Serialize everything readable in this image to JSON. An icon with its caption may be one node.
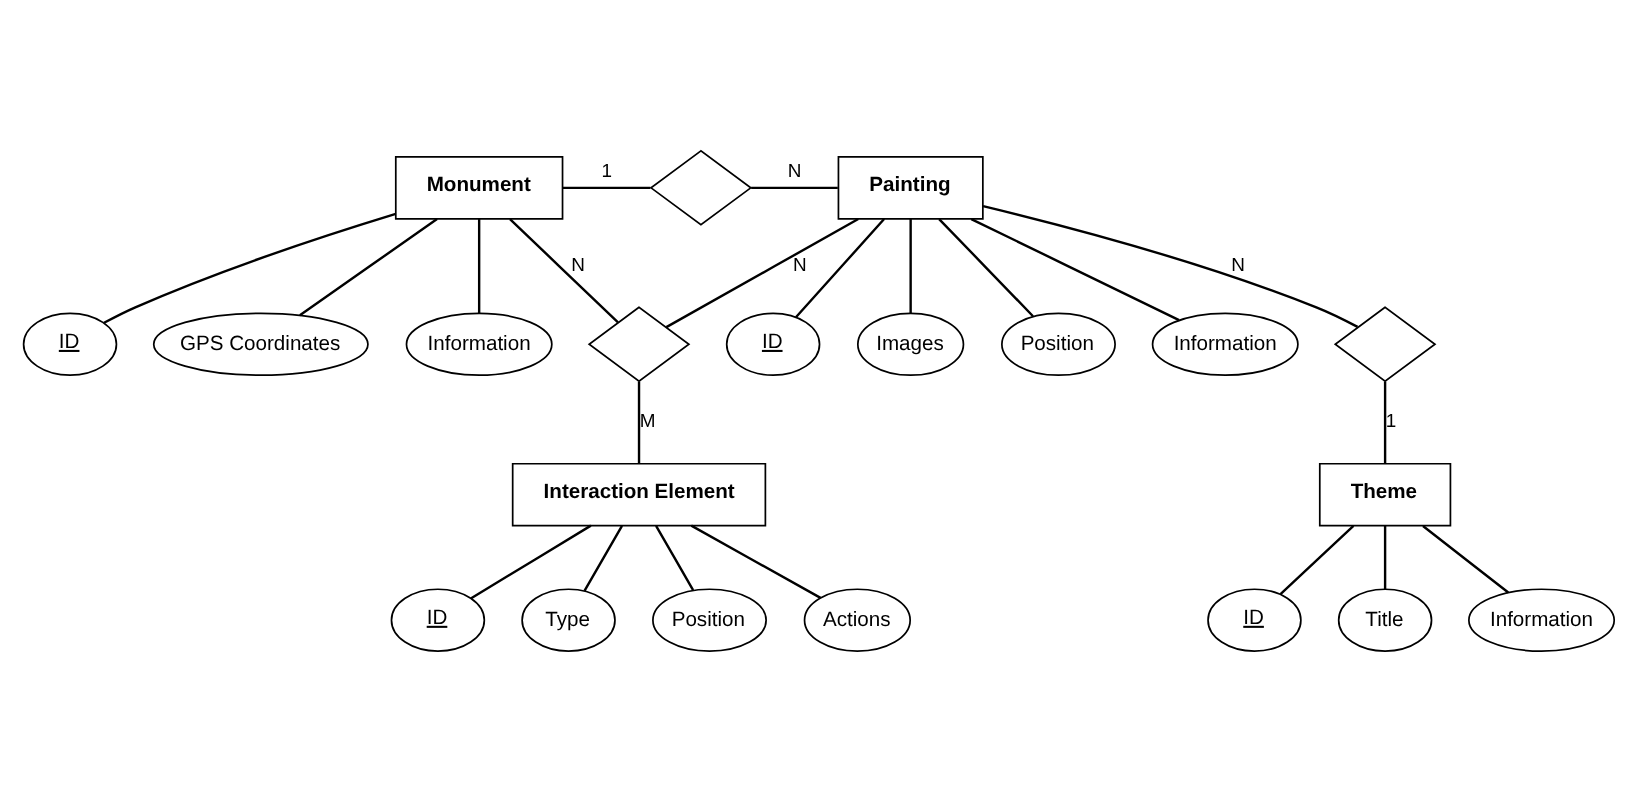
{
  "diagram": {
    "nodes": [
      {
        "text": [
          "Monument"
        ]
      },
      {
        "text": [
          "ID"
        ]
      },
      {
        "text": [
          "GPS Coordinates"
        ]
      },
      {
        "text": [
          "Information"
        ]
      },
      {
        "text": [],
        "shape": "diamond"
      },
      {
        "text": [],
        "shape": "diamond"
      },
      {
        "text": [
          "Painting"
        ]
      },
      {
        "text": [
          "ID"
        ]
      },
      {
        "text": [
          "Images"
        ]
      },
      {
        "text": [
          "Position"
        ]
      },
      {
        "text": [
          "Information"
        ]
      },
      {
        "text": [],
        "shape": "diamond"
      },
      {
        "text": [
          "Interaction Element"
        ]
      },
      {
        "text": [
          "ID"
        ]
      },
      {
        "text": [
          "Type"
        ]
      },
      {
        "text": [
          "Position"
        ]
      },
      {
        "text": [
          "Actions"
        ]
      },
      {
        "text": [
          "Theme"
        ]
      },
      {
        "text": [
          "ID"
        ]
      },
      {
        "text": [
          "Title"
        ]
      },
      {
        "text": [
          "Information"
        ]
      }
    ],
    "edges": [
      {
        "from": 0,
        "to": 1,
        "arrow": "none"
      },
      {
        "from": 0,
        "to": 2,
        "arrow": "none"
      },
      {
        "from": 0,
        "to": 3,
        "arrow": "none"
      },
      {
        "from": 0,
        "to": 4,
        "arrow": "none",
        "label": "1"
      },
      {
        "from": 4,
        "to": 6,
        "arrow": "none",
        "label": "N"
      },
      {
        "from": 0,
        "to": 5,
        "arrow": "none",
        "label": "N"
      },
      {
        "from": 5,
        "to": 6,
        "arrow": "none",
        "label": "N"
      },
      {
        "from": 5,
        "to": 12,
        "arrow": "none",
        "label": "M"
      },
      {
        "from": 6,
        "to": 7,
        "arrow": "none"
      },
      {
        "from": 6,
        "to": 8,
        "arrow": "none"
      },
      {
        "from": 6,
        "to": 9,
        "arrow": "none"
      },
      {
        "from": 6,
        "to": 10,
        "arrow": "none"
      },
      {
        "from": 6,
        "to": 11,
        "arrow": "none",
        "label": "N"
      },
      {
        "from": 11,
        "to": 17,
        "arrow": "none",
        "label": "1"
      },
      {
        "from": 12,
        "to": 13,
        "arrow": "none"
      },
      {
        "from": 12,
        "to": 14,
        "arrow": "none"
      },
      {
        "from": 12,
        "to": 15,
        "arrow": "none"
      },
      {
        "from": 12,
        "to": 16,
        "arrow": "none"
      },
      {
        "from": 17,
        "to": 18,
        "arrow": "none"
      },
      {
        "from": 17,
        "to": 19,
        "arrow": "none"
      },
      {
        "from": 17,
        "to": 20,
        "arrow": "none"
      }
    ]
  }
}
